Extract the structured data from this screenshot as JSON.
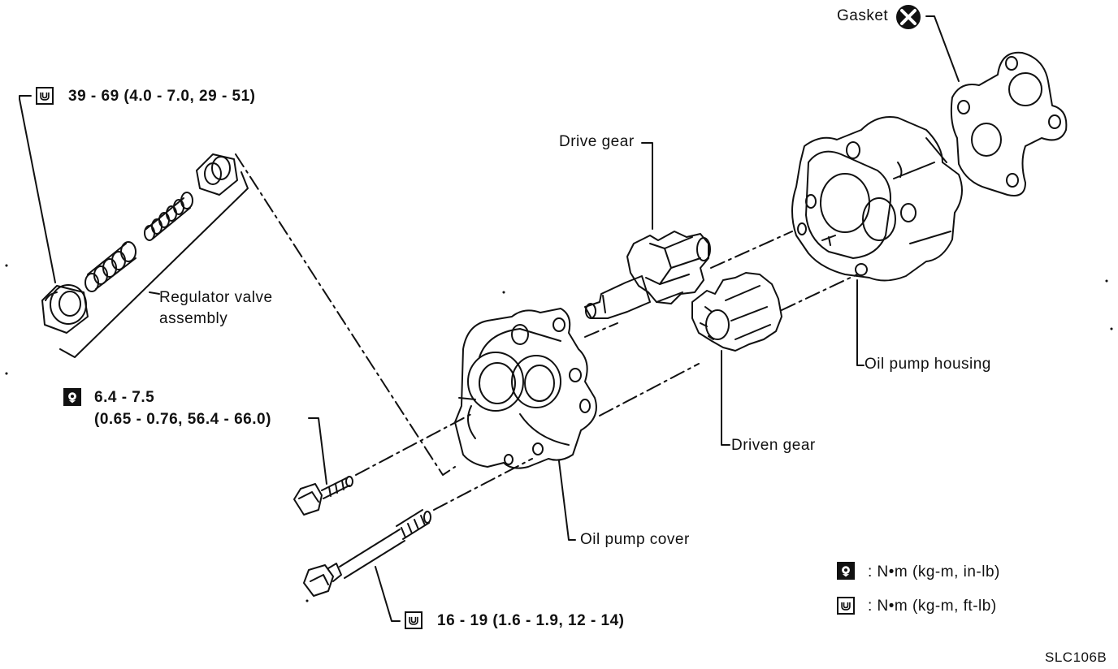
{
  "labels": {
    "gasket": "Gasket",
    "drive_gear": "Drive gear",
    "regulator_line1": "Regulator valve",
    "regulator_line2": "assembly",
    "oil_pump_housing": "Oil pump housing",
    "driven_gear": "Driven gear",
    "oil_pump_cover": "Oil pump cover",
    "figure_code": "SLC106B"
  },
  "torques": {
    "regulator_plug": "39 - 69 (4.0 - 7.0, 29 - 51)",
    "short_bolt_line1": "6.4 - 7.5",
    "short_bolt_line2": "(0.65 - 0.76, 56.4 - 66.0)",
    "long_bolt": "16 - 19 (1.6 - 1.9, 12 - 14)"
  },
  "legend": {
    "inlb_text": ": N•m (kg-m, in-lb)",
    "ftlb_text": ": N•m (kg-m, ft-lb)"
  },
  "icons": {
    "gasket_symbol": "replace-part-x-icon",
    "torque_ftlb": "torque-wrench-ftlb-icon",
    "torque_inlb": "torque-wrench-inlb-icon"
  }
}
